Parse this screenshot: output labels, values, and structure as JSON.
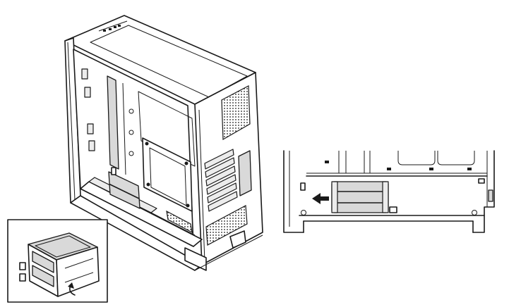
{
  "figure": {
    "views": [
      {
        "id": "case-isometric",
        "icon": "pc-case-icon"
      },
      {
        "id": "drive-cage-inset",
        "icon": "drive-cage-icon"
      },
      {
        "id": "case-side-detail",
        "icon": "drive-cage-removal-icon"
      }
    ],
    "arrow_direction": "left",
    "colors": {
      "line": "#1a1a1a",
      "fill": "#ffffff",
      "shade": "#d9d9d9"
    }
  }
}
